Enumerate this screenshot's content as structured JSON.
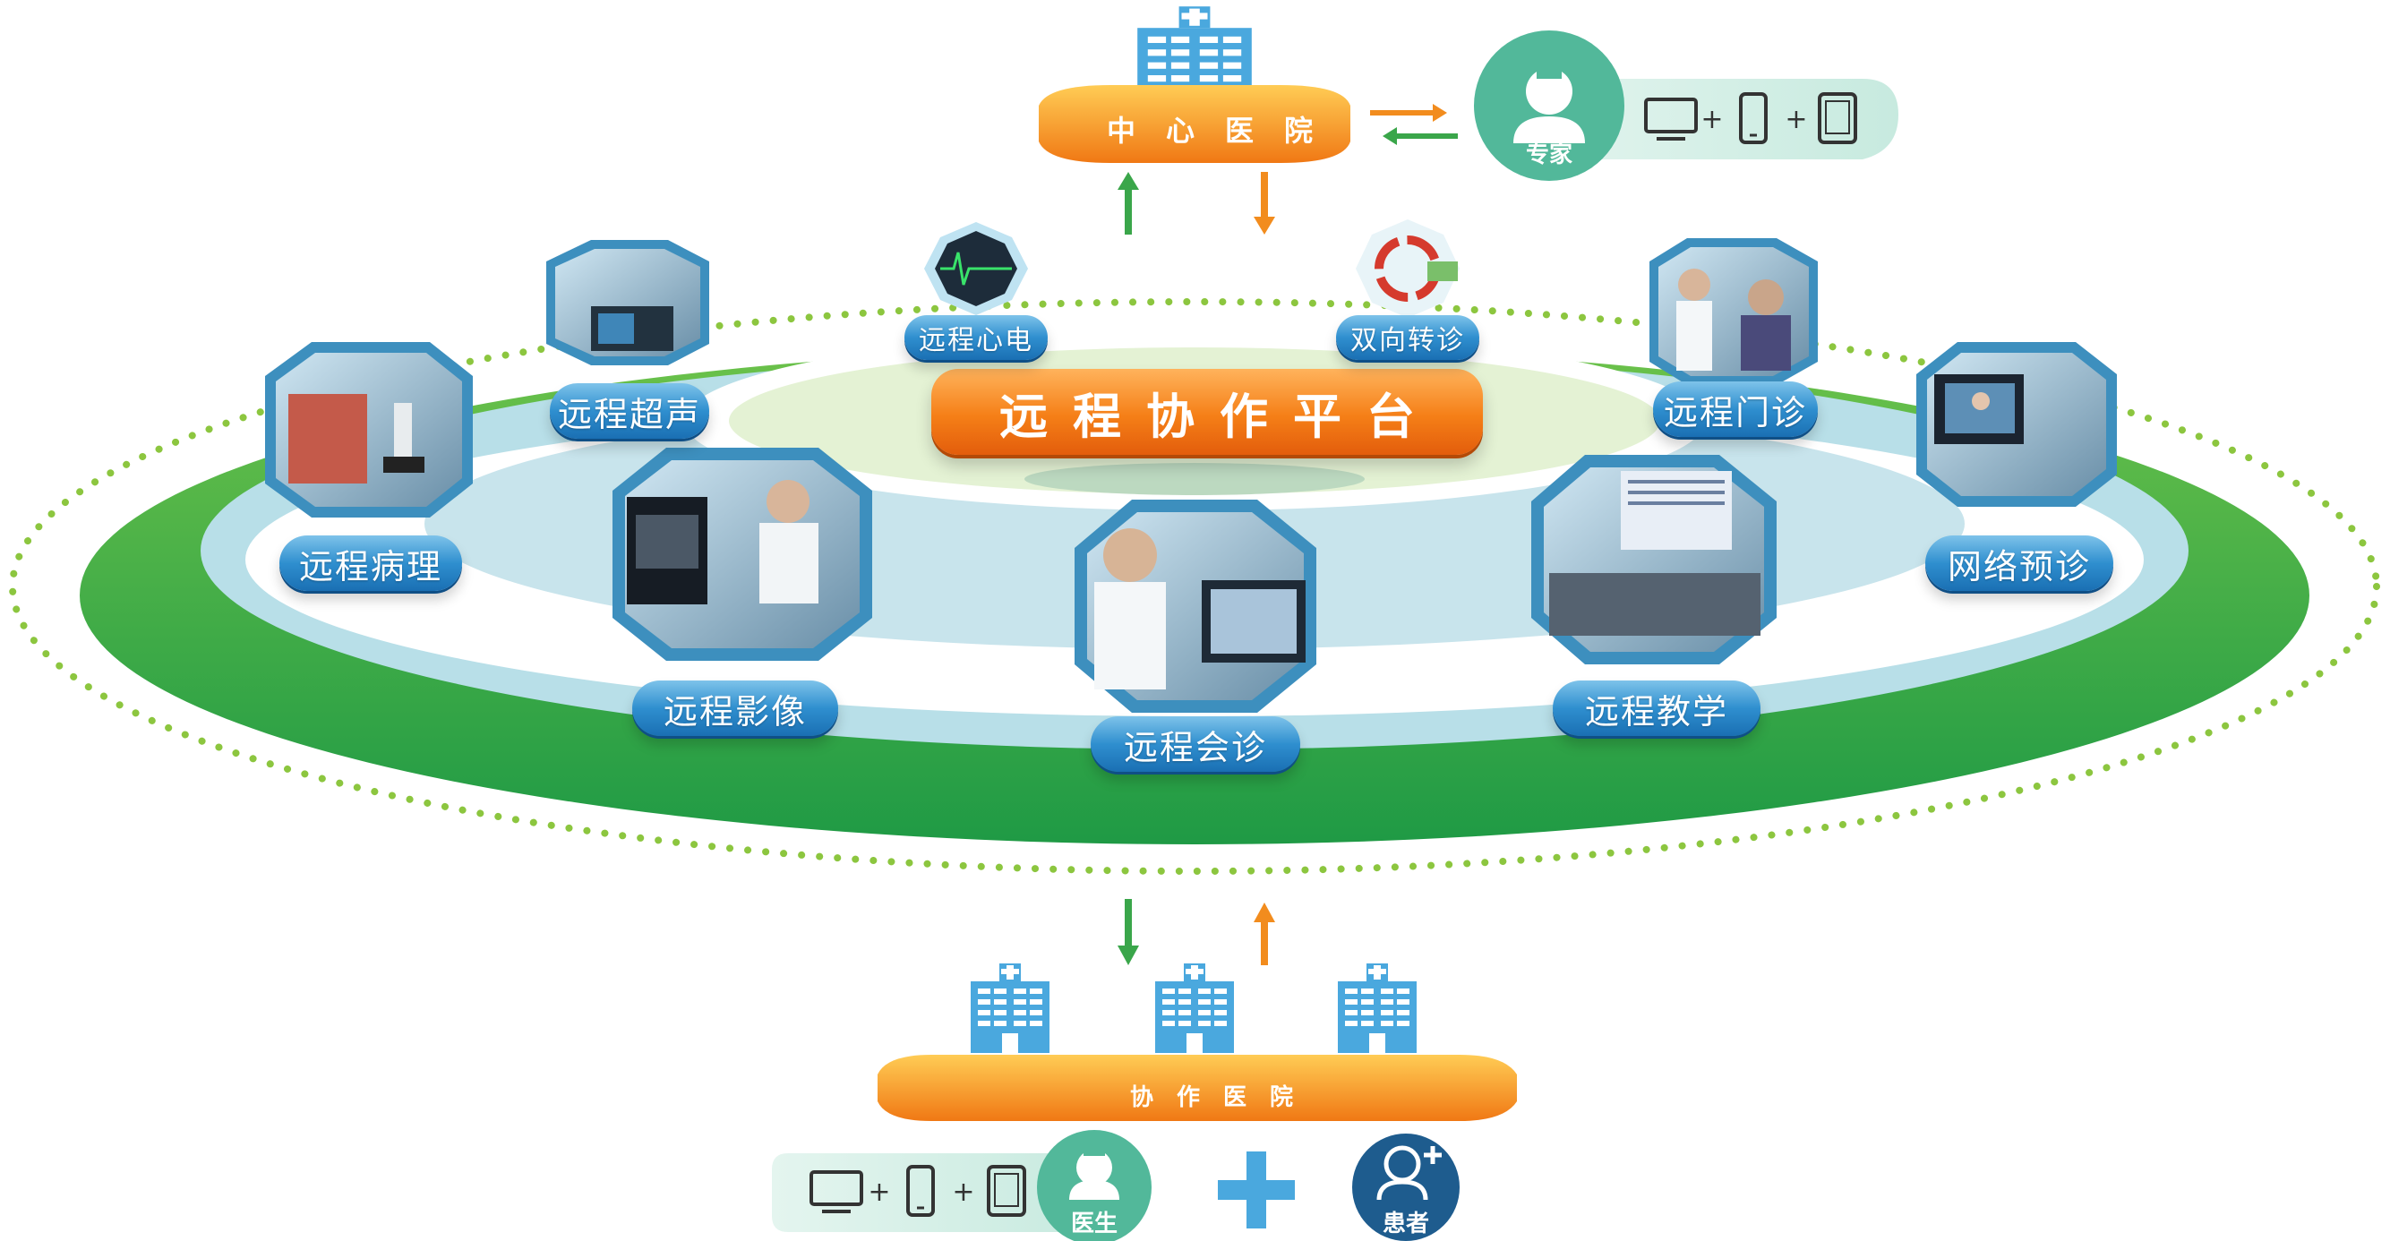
{
  "center_hospital": {
    "label": "中心医院"
  },
  "expert": {
    "label": "专家"
  },
  "platform": {
    "label": "远程协作平台"
  },
  "services": [
    {
      "id": "ecg",
      "label": "远程心电",
      "icon": "ecg-monitor-icon"
    },
    {
      "id": "referral",
      "label": "双向转诊",
      "icon": "referral-cycle-icon"
    },
    {
      "id": "ultrasound",
      "label": "远程超声",
      "icon": "ultrasound-photo"
    },
    {
      "id": "outpatient",
      "label": "远程门诊",
      "icon": "outpatient-photo"
    },
    {
      "id": "pathology",
      "label": "远程病理",
      "icon": "microscope-photo"
    },
    {
      "id": "prediagnosis",
      "label": "网络预诊",
      "icon": "video-call-photo"
    },
    {
      "id": "imaging",
      "label": "远程影像",
      "icon": "imaging-photo"
    },
    {
      "id": "consultation",
      "label": "远程会诊",
      "icon": "consultation-photo"
    },
    {
      "id": "teaching",
      "label": "远程教学",
      "icon": "classroom-photo"
    }
  ],
  "cooperating_hospital": {
    "label": "协作医院"
  },
  "doctor": {
    "label": "医生"
  },
  "patient": {
    "label": "患者"
  },
  "device_icons": [
    "monitor-icon",
    "phone-icon",
    "tablet-icon"
  ],
  "plus_sign": "+",
  "colors": {
    "ring_green": "#3dab4c",
    "dotted_ring": "#8cc63f",
    "orange": "#f57f17",
    "blue_label": "#2f8fcf",
    "teal": "#52b89a",
    "hospital_blue": "#4aa8de",
    "patient_navy": "#1e5c8e",
    "arrow_green": "#3aa64a",
    "arrow_orange": "#f28c1e"
  }
}
